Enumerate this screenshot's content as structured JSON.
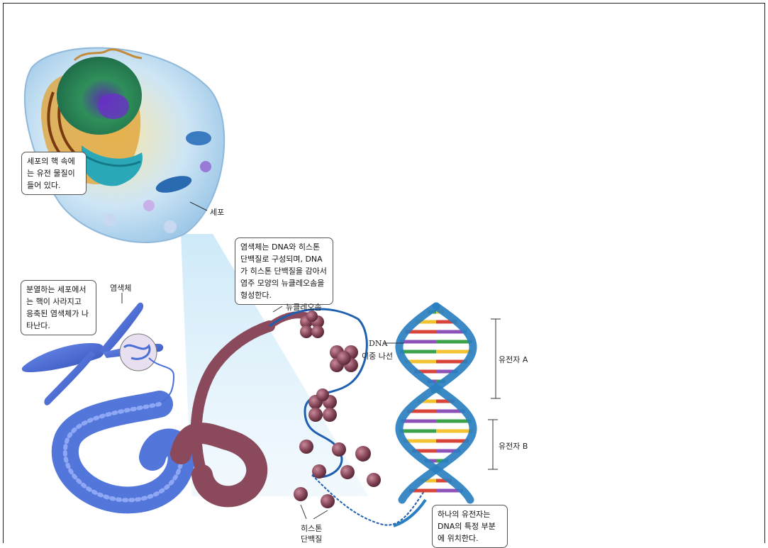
{
  "callouts": {
    "nucleus": "세포의 핵 속에는 유전 물질이 들어 있다.",
    "dividing": "분열하는 세포에서는 핵이 사라지고 응축된 염색체가 나타난다.",
    "chromosome_make": "염색체는 DNA와 히스톤 단백질로 구성되며, DNA가 히스톤 단백질을 감아서 염주 모양의 뉴클레오솜을 형성한다.",
    "gene": "하나의 유전자는 DNA의 특정 부분에 위치한다."
  },
  "labels": {
    "cell": "세포",
    "chromosome": "염색체",
    "nucleosome": "뉴클레오솜",
    "dna_1": "DNA",
    "dna_2": "이중 나선",
    "gene_a": "유전자 A",
    "gene_b": "유전자 B",
    "histone_1": "히스톤",
    "histone_2": "단백질"
  },
  "colors": {
    "chromatin": "#4a6fd8",
    "histone": "#8a4a5c",
    "dna_backbone": "#2a7fc0",
    "base_yellow": "#f2c230",
    "base_green": "#3aa24a",
    "base_red": "#d8443a",
    "base_purple": "#8c52b8",
    "nucleus": "#2f8f5a",
    "cytoplasm": "#cfe6f5"
  }
}
